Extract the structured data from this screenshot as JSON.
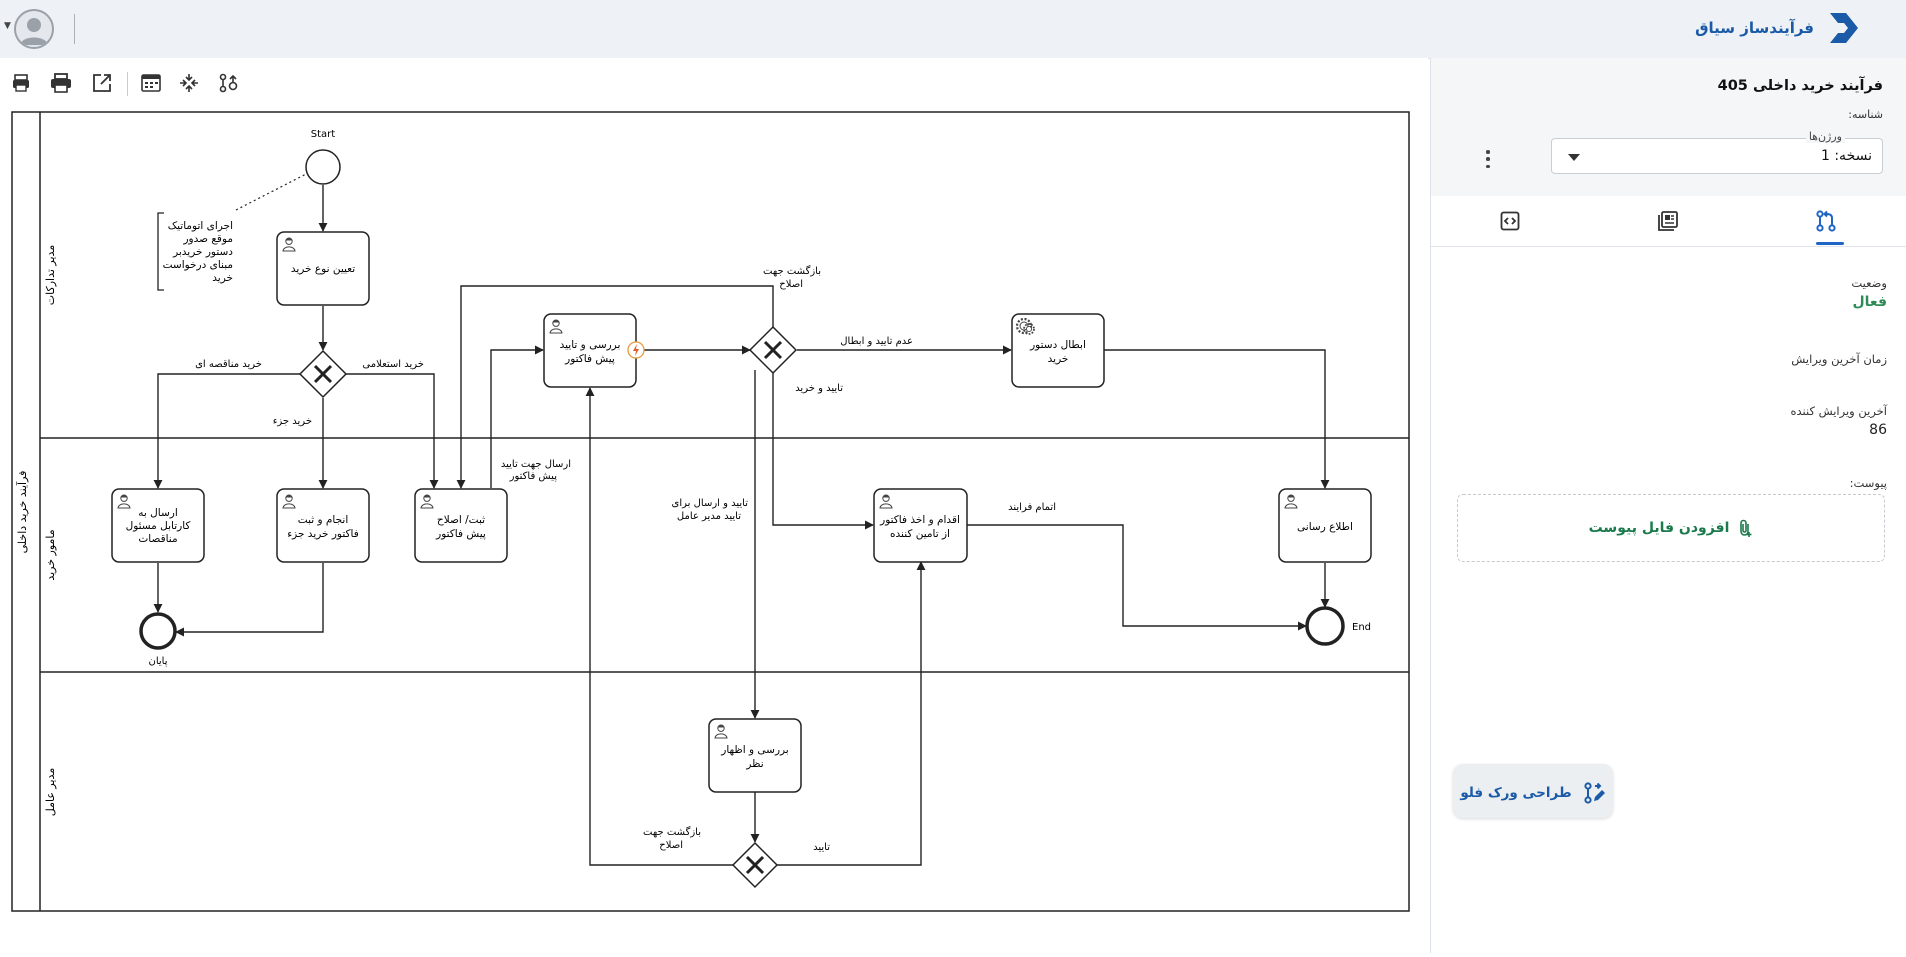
{
  "header": {
    "app_name": "فرآیندساز سیاق"
  },
  "sidebar": {
    "process_title": "فرآیند خرید داخلی 405",
    "id_label": "شناسه:",
    "versions_label": "ورژن‌ها",
    "version_value": "نسخه: 1",
    "status_label": "وضعیت",
    "status_value": "فعال",
    "last_edit_time_label": "زمان آخرین ویرایش",
    "last_editor_label": "آخرین ویرایش کننده",
    "last_editor_value": "86",
    "attachment_label": "پیوست:",
    "add_attachment": "افزودن فایل پیوست",
    "design_workflow": "طراحی ورک فلو"
  },
  "diagram": {
    "pool_label": "فرآیند خرید داخلی",
    "lanes": [
      "مدیر تدارکات",
      "مامور خرید",
      "مدیر عامل"
    ],
    "start_label": "Start",
    "end_label": "End",
    "end2_label": "پایان",
    "annotation": [
      "اجرای اتوماتیک",
      "موقع صدور",
      "دستور خریدبر",
      "مبنای درخواست",
      "خرید"
    ],
    "tasks": {
      "determine_type": [
        "تعیین نوع خرید"
      ],
      "review_proforma": [
        "بررسی و تایید",
        "پیش فاکتور"
      ],
      "cancel_order": [
        "ابطال دستور",
        "خرید"
      ],
      "send_tender": [
        "ارسال به",
        "کارتابل مسئول",
        "مناقصات"
      ],
      "small_purchase": [
        "انجام و ثبت",
        "فاکتور خرید جزء"
      ],
      "register_proforma": [
        "ثبت/ اصلاح",
        "پیش فاکتور"
      ],
      "take_invoice": [
        "اقدام و اخذ فاکتور",
        "از تامین کننده"
      ],
      "notify": [
        "اطلاع رسانی"
      ],
      "ceo_review": [
        "بررسی و اظهار",
        "نظر"
      ]
    },
    "flows": {
      "tender": "خرید مناقصه ای",
      "inquiry": "خرید استعلامی",
      "small": "خرید جزء",
      "send_approval": [
        "ارسال جهت تایید",
        "پیش فاکتور"
      ],
      "return_fix_top": [
        "بازگشت جهت",
        "اصلاح"
      ],
      "reject_cancel": "عدم تایید و ابطال",
      "approve_buy": "تایید و خرید",
      "approve_send_ceo": [
        "تایید و ارسال برای",
        "تایید مدیر عامل"
      ],
      "finish": "اتمام فرایند",
      "return_fix_bottom": [
        "بازگشت جهت",
        "اصلاح"
      ],
      "approve": "تایید"
    }
  }
}
